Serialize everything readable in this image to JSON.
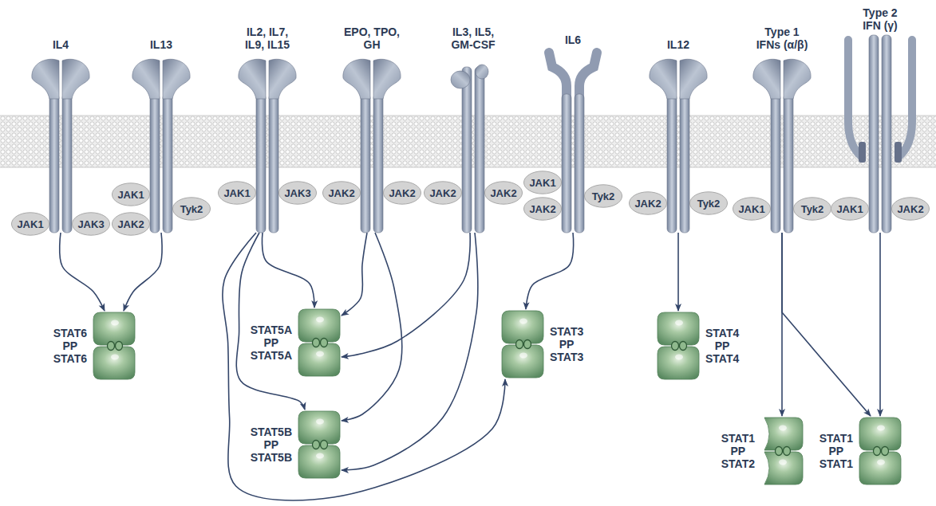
{
  "diagram": {
    "nodes": [
      {
        "text": [
          "IL4"
        ]
      },
      {
        "text": [
          "IL13"
        ]
      },
      {
        "text": [
          "IL2, IL7, IL9, IL15"
        ]
      },
      {
        "text": [
          "EPO, TPO, GH"
        ]
      },
      {
        "text": [
          "IL3, IL5, GM-CSF"
        ]
      },
      {
        "text": [
          "IL6"
        ]
      },
      {
        "text": [
          "IL12"
        ]
      },
      {
        "text": [
          "Type 1 IFNs (α/β)"
        ]
      },
      {
        "text": [
          "Type 2 IFN (γ)"
        ]
      },
      {
        "text": [
          "JAK1"
        ]
      },
      {
        "text": [
          "JAK3"
        ]
      },
      {
        "text": [
          "JAK1"
        ]
      },
      {
        "text": [
          "JAK2"
        ]
      },
      {
        "text": [
          "Tyk2"
        ]
      },
      {
        "text": [
          "JAK1"
        ]
      },
      {
        "text": [
          "JAK3"
        ]
      },
      {
        "text": [
          "JAK2"
        ]
      },
      {
        "text": [
          "JAK2"
        ]
      },
      {
        "text": [
          "JAK2"
        ]
      },
      {
        "text": [
          "JAK2"
        ]
      },
      {
        "text": [
          "JAK1"
        ]
      },
      {
        "text": [
          "JAK2"
        ]
      },
      {
        "text": [
          "Tyk2"
        ]
      },
      {
        "text": [
          "JAK2"
        ]
      },
      {
        "text": [
          "Tyk2"
        ]
      },
      {
        "text": [
          "JAK1"
        ]
      },
      {
        "text": [
          "Tyk2"
        ]
      },
      {
        "text": [
          "JAK1"
        ]
      },
      {
        "text": [
          "JAK2"
        ]
      },
      {
        "text": [
          "STAT6 PP STAT6"
        ]
      },
      {
        "text": [
          "STAT5A PP STAT5A"
        ]
      },
      {
        "text": [
          "STAT5B PP STAT5B"
        ]
      },
      {
        "text": [
          "STAT3 PP STAT3"
        ]
      },
      {
        "text": [
          "STAT4 PP STAT4"
        ]
      },
      {
        "text": [
          "STAT1 PP STAT2"
        ]
      },
      {
        "text": [
          "STAT1 PP STAT1"
        ]
      }
    ],
    "edges": [
      {
        "from": 0,
        "to": 29,
        "arrow": "to"
      },
      {
        "from": 1,
        "to": 29,
        "arrow": "to"
      },
      {
        "from": 2,
        "to": 30,
        "arrow": "to"
      },
      {
        "from": 2,
        "to": 31,
        "arrow": "to"
      },
      {
        "from": 2,
        "to": 32,
        "arrow": "to"
      },
      {
        "from": 3,
        "to": 30,
        "arrow": "to"
      },
      {
        "from": 3,
        "to": 31,
        "arrow": "to"
      },
      {
        "from": 4,
        "to": 30,
        "arrow": "to"
      },
      {
        "from": 4,
        "to": 31,
        "arrow": "to"
      },
      {
        "from": 5,
        "to": 32,
        "arrow": "to"
      },
      {
        "from": 6,
        "to": 33,
        "arrow": "to"
      },
      {
        "from": 7,
        "to": 34,
        "arrow": "to"
      },
      {
        "from": 7,
        "to": 35,
        "arrow": "to"
      },
      {
        "from": 8,
        "to": 35,
        "arrow": "to"
      }
    ]
  }
}
